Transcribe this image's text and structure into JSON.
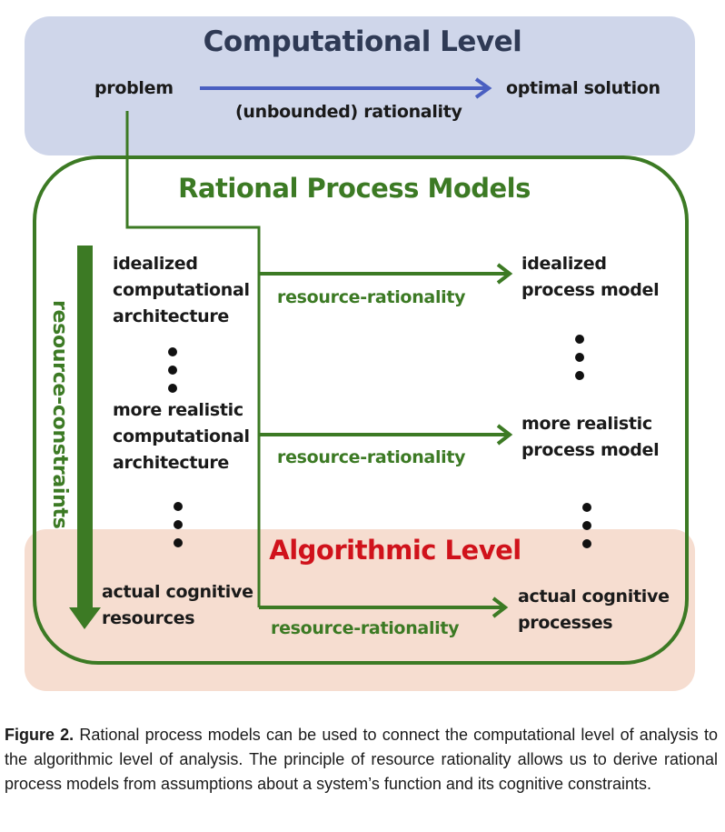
{
  "computational_level": {
    "title": "Computational Level",
    "start": "problem",
    "end": "optimal solution",
    "arrow_label": "(unbounded) rationality"
  },
  "rational_process_models": {
    "title": "Rational Process Models",
    "side_label": "resource-constraints",
    "left_items": [
      "idealized computational architecture",
      "more realistic computational architecture",
      "actual cognitive resources"
    ],
    "right_items": [
      "idealized process model",
      "more realistic process model",
      "actual cognitive processes"
    ],
    "arrow_label": "resource-rationality"
  },
  "algorithmic_level": {
    "title": "Algorithmic Level"
  },
  "colors": {
    "computational_bg": "#cfd6ea",
    "algorithmic_bg": "#f6ddd0",
    "green": "#3c7a24",
    "blue_arrow": "#4a5fc1",
    "red_title": "#d0121b"
  },
  "caption": {
    "label": "Figure 2.",
    "text": "Rational process models can be used to connect the computational level of analysis to the algorithmic level of analysis. The principle of resource rationality allows us to derive rational process models from assumptions about a system’s function and its cognitive constraints."
  }
}
